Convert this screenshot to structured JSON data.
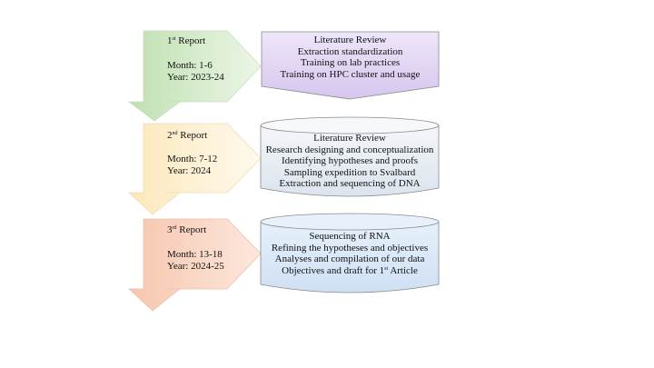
{
  "reports": [
    {
      "title": "Report",
      "ordinal": "1",
      "ordinal_suffix": "st",
      "month": "Month: 1-6",
      "year": "Year: 2023-24",
      "tasks": [
        "Literature Review",
        "Extraction standardization",
        "Training on lab practices",
        "Training on HPC cluster and usage"
      ],
      "colors": {
        "arrow": "#d8ecd0",
        "box": "#e4d8f4"
      }
    },
    {
      "title": "Report",
      "ordinal": "2",
      "ordinal_suffix": "nd",
      "month": "Month: 7-12",
      "year": "Year: 2024",
      "tasks": [
        "Literature Review",
        "Research designing and conceptualization",
        "Identifying hypotheses and proofs",
        "Sampling expedition to Svalbard",
        "Extraction and sequencing of DNA"
      ],
      "colors": {
        "arrow": "#fdf1d6",
        "box": "#e6ecf4"
      }
    },
    {
      "title": "Report",
      "ordinal": "3",
      "ordinal_suffix": "rd",
      "month": "Month: 13-18",
      "year": "Year: 2024-25",
      "tasks": [
        "Sequencing of RNA",
        "Refining the hypotheses and objectives",
        "Analyses and compilation of our data",
        "Objectives and draft for 1"
      ],
      "last_task_suffix": "st",
      "last_task_tail": " Article",
      "colors": {
        "arrow": "#f9d9c8",
        "box": "#d7e6f6"
      }
    }
  ]
}
